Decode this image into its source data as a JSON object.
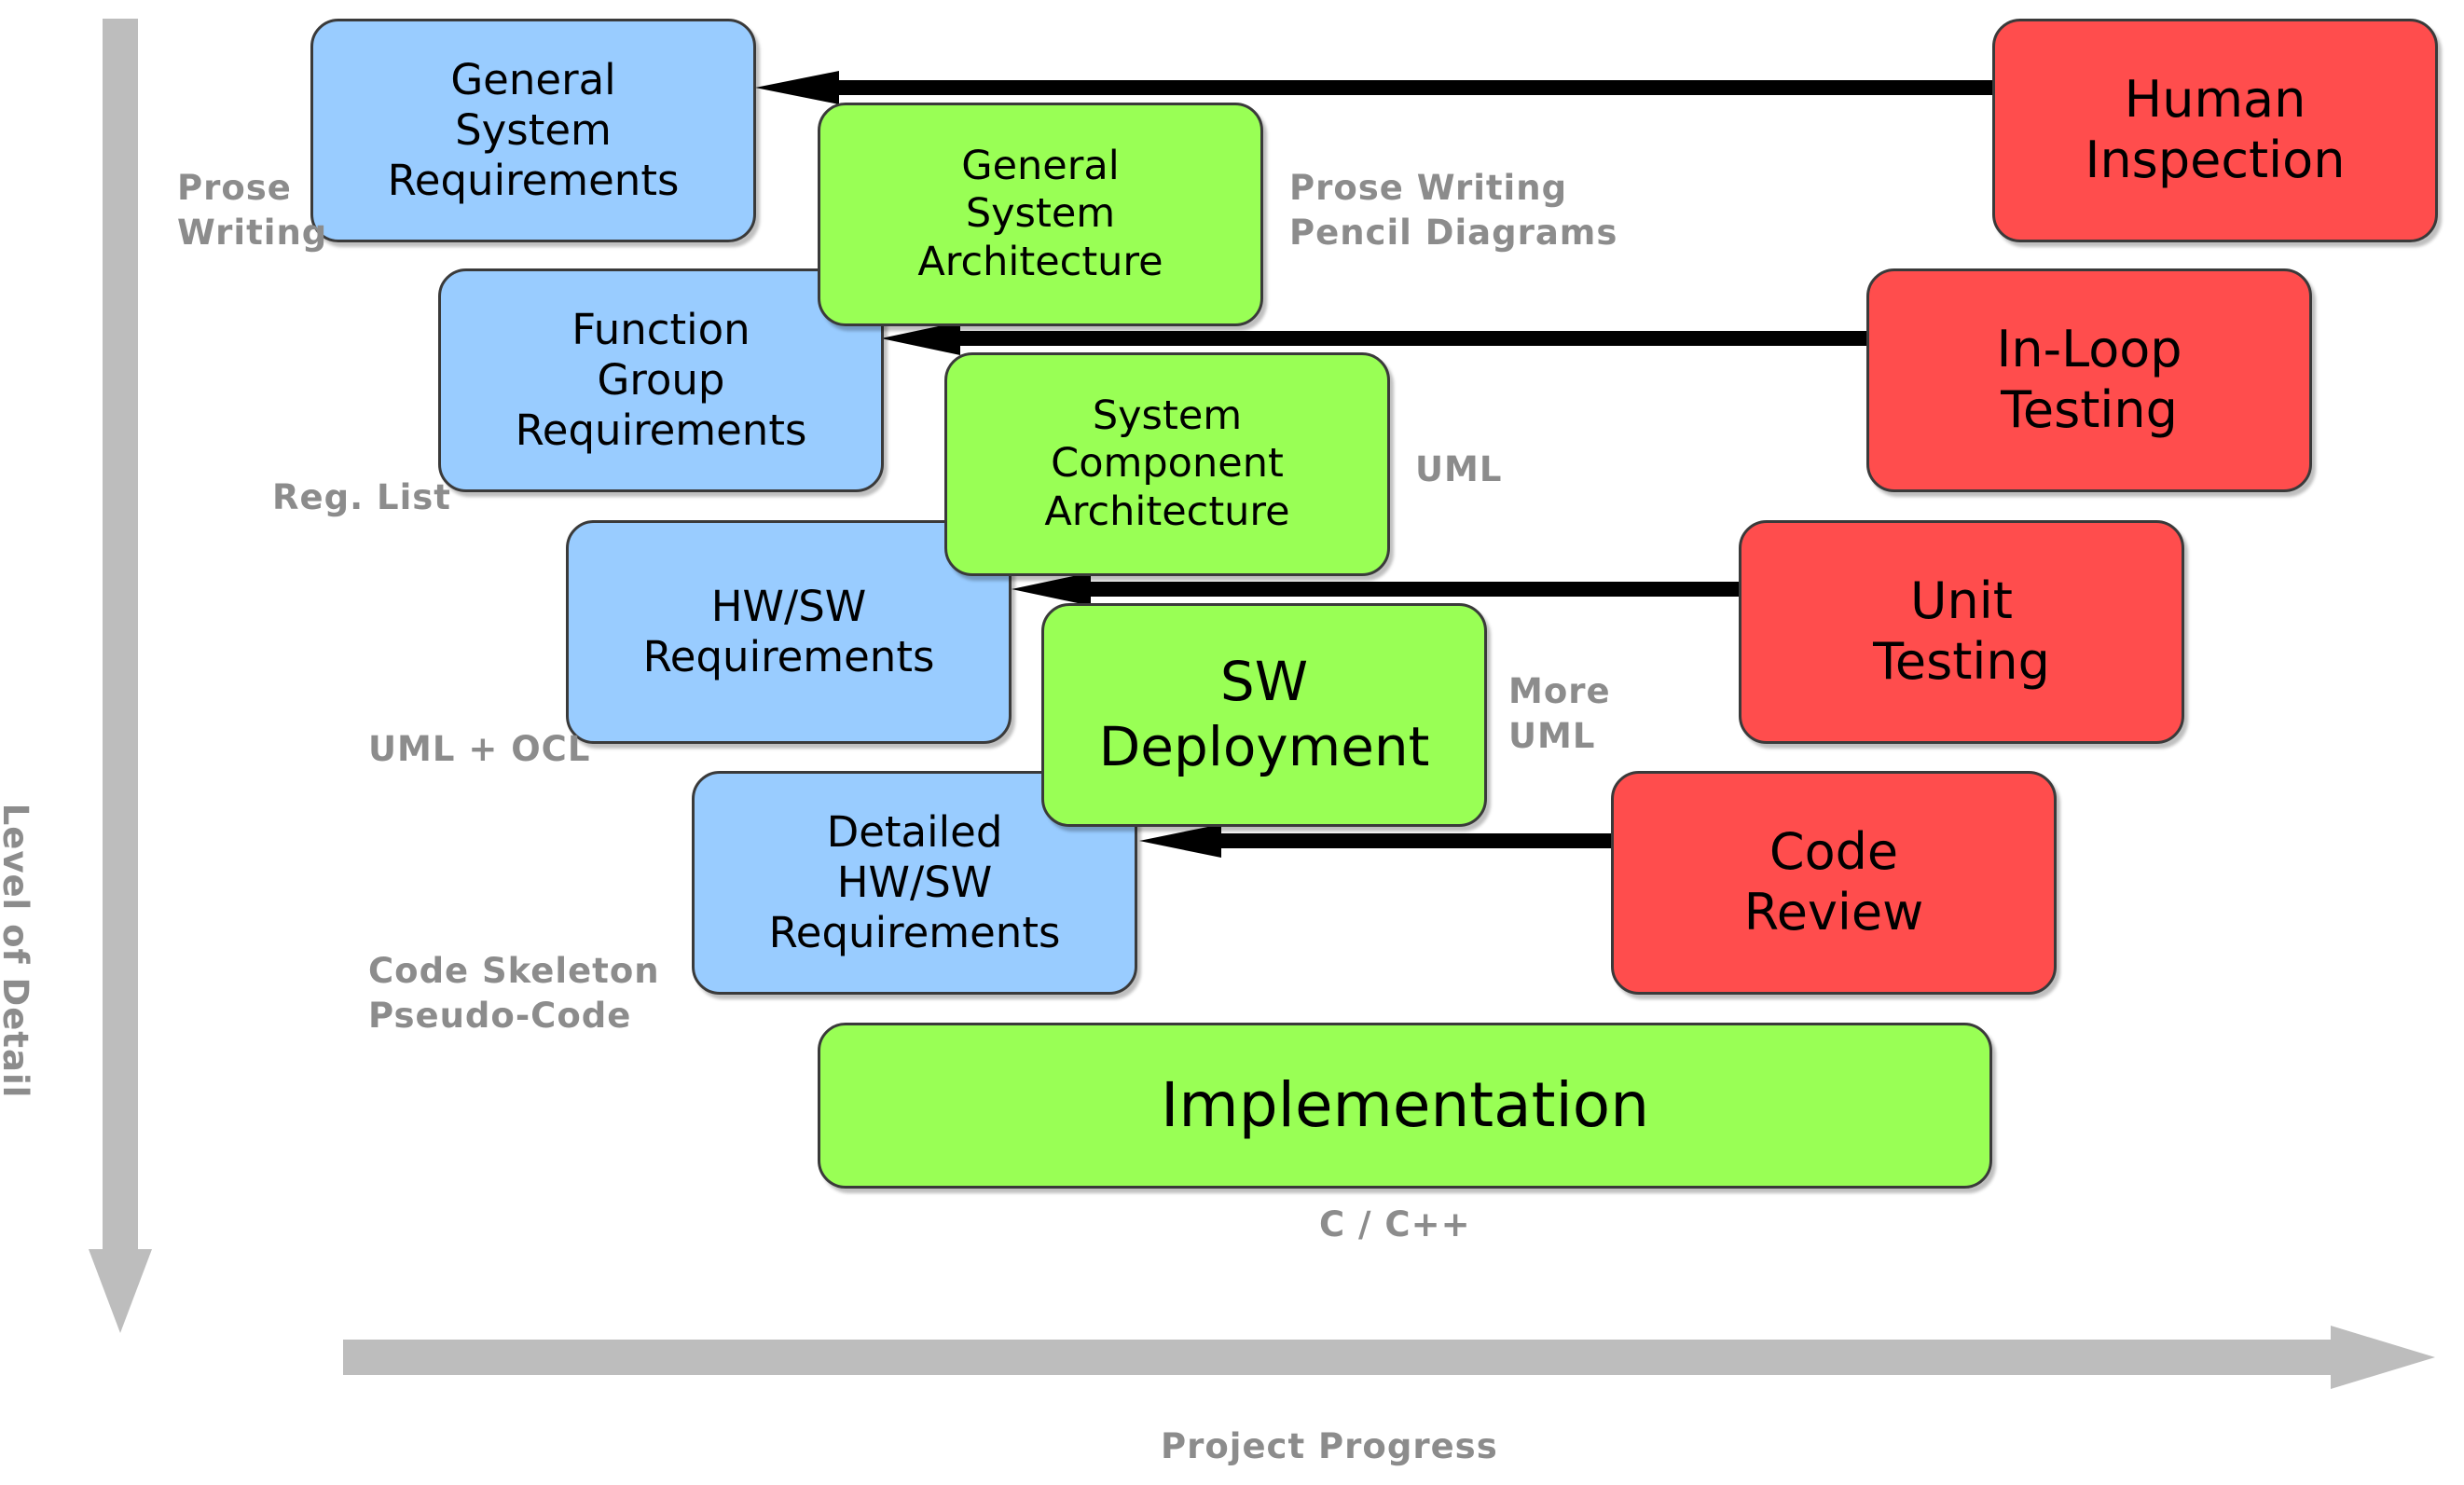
{
  "requirements": {
    "general_system": "General\nSystem\nRequirements",
    "function_group": "Function\nGroup\nRequirements",
    "hw_sw": "HW/SW\nRequirements",
    "detailed_hw_sw": "Detailed\nHW/SW\nRequirements"
  },
  "architecture": {
    "general_system": "General\nSystem\nArchitecture",
    "system_component": "System\nComponent\nArchitecture",
    "sw_deployment": "SW\nDeployment",
    "implementation": "Implementation"
  },
  "verification": {
    "human_inspection": "Human\nInspection",
    "in_loop_testing": "In-Loop\nTesting",
    "unit_testing": "Unit\nTesting",
    "code_review": "Code\nReview"
  },
  "notes": {
    "prose_writing": "Prose\nWriting",
    "prose_pencil": "Prose Writing\nPencil Diagrams",
    "req_list": "Reg. List",
    "uml": "UML",
    "uml_ocl": "UML + OCL",
    "more_uml": "More\nUML",
    "code_skeleton": "Code Skeleton\nPseudo-Code",
    "c_cpp": "C / C++"
  },
  "axes": {
    "y_label": "Level of Detail",
    "x_label": "Project Progress"
  },
  "colors": {
    "requirements": "#99ccff",
    "architecture": "#99ff55",
    "verification": "#ff4d4d",
    "axis_arrow": "#bdbdbd",
    "note_text": "#8c8c8c"
  }
}
